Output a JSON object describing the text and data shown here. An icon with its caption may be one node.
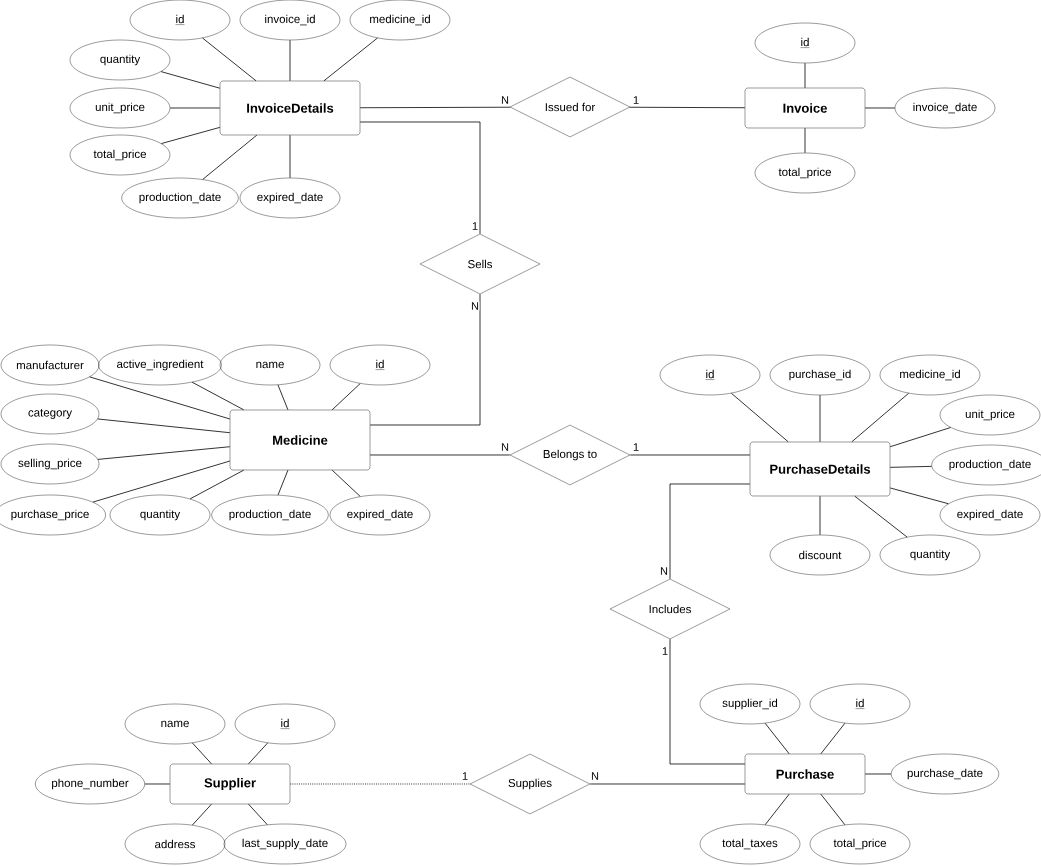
{
  "diagram": {
    "nodes": [
      {
        "text": [
          "InvoiceDetails"
        ]
      },
      {
        "text": [
          "id"
        ]
      },
      {
        "text": [
          "invoice_id"
        ]
      },
      {
        "text": [
          "medicine_id"
        ]
      },
      {
        "text": [
          "quantity"
        ]
      },
      {
        "text": [
          "unit_price"
        ]
      },
      {
        "text": [
          "total_price"
        ]
      },
      {
        "text": [
          "production_date"
        ]
      },
      {
        "text": [
          "expired_date"
        ]
      },
      {
        "text": [
          "Issued for"
        ]
      },
      {
        "text": [
          "Invoice"
        ]
      },
      {
        "text": [
          "id"
        ]
      },
      {
        "text": [
          "invoice_date"
        ]
      },
      {
        "text": [
          "total_price"
        ]
      },
      {
        "text": [
          "Sells"
        ]
      },
      {
        "text": [
          "Medicine"
        ]
      },
      {
        "text": [
          "manufacturer"
        ]
      },
      {
        "text": [
          "active_ingredient"
        ]
      },
      {
        "text": [
          "name"
        ]
      },
      {
        "text": [
          "id"
        ]
      },
      {
        "text": [
          "category"
        ]
      },
      {
        "text": [
          "selling_price"
        ]
      },
      {
        "text": [
          "purchase_price"
        ]
      },
      {
        "text": [
          "quantity"
        ]
      },
      {
        "text": [
          "production_date"
        ]
      },
      {
        "text": [
          "expired_date"
        ]
      },
      {
        "text": [
          "Belongs to"
        ]
      },
      {
        "text": [
          "PurchaseDetails"
        ]
      },
      {
        "text": [
          "id"
        ]
      },
      {
        "text": [
          "purchase_id"
        ]
      },
      {
        "text": [
          "medicine_id"
        ]
      },
      {
        "text": [
          "unit_price"
        ]
      },
      {
        "text": [
          "production_date"
        ]
      },
      {
        "text": [
          "expired_date"
        ]
      },
      {
        "text": [
          "discount"
        ]
      },
      {
        "text": [
          "quantity"
        ]
      },
      {
        "text": [
          "Includes"
        ]
      },
      {
        "text": [
          "Purchase"
        ]
      },
      {
        "text": [
          "supplier_id"
        ]
      },
      {
        "text": [
          "id"
        ]
      },
      {
        "text": [
          "purchase_date"
        ]
      },
      {
        "text": [
          "total_taxes"
        ]
      },
      {
        "text": [
          "total_price"
        ]
      },
      {
        "text": [
          "Supplier"
        ]
      },
      {
        "text": [
          "name"
        ]
      },
      {
        "text": [
          "id"
        ]
      },
      {
        "text": [
          "phone_number"
        ]
      },
      {
        "text": [
          "address"
        ]
      },
      {
        "text": [
          "last_supply_date"
        ]
      },
      {
        "text": [
          "Supplies"
        ]
      }
    ],
    "edges": [
      {
        "from": 0,
        "to": 1,
        "arrow": "none"
      },
      {
        "from": 0,
        "to": 2,
        "arrow": "none"
      },
      {
        "from": 0,
        "to": 3,
        "arrow": "none"
      },
      {
        "from": 0,
        "to": 4,
        "arrow": "none"
      },
      {
        "from": 0,
        "to": 5,
        "arrow": "none"
      },
      {
        "from": 0,
        "to": 6,
        "arrow": "none"
      },
      {
        "from": 0,
        "to": 7,
        "arrow": "none"
      },
      {
        "from": 0,
        "to": 8,
        "arrow": "none"
      },
      {
        "from": 10,
        "to": 11,
        "arrow": "none"
      },
      {
        "from": 10,
        "to": 12,
        "arrow": "none"
      },
      {
        "from": 10,
        "to": 13,
        "arrow": "none"
      },
      {
        "from": 15,
        "to": 16,
        "arrow": "none"
      },
      {
        "from": 15,
        "to": 17,
        "arrow": "none"
      },
      {
        "from": 15,
        "to": 18,
        "arrow": "none"
      },
      {
        "from": 15,
        "to": 19,
        "arrow": "none"
      },
      {
        "from": 15,
        "to": 20,
        "arrow": "none"
      },
      {
        "from": 15,
        "to": 21,
        "arrow": "none"
      },
      {
        "from": 15,
        "to": 22,
        "arrow": "none"
      },
      {
        "from": 15,
        "to": 23,
        "arrow": "none"
      },
      {
        "from": 15,
        "to": 24,
        "arrow": "none"
      },
      {
        "from": 15,
        "to": 25,
        "arrow": "none"
      },
      {
        "from": 27,
        "to": 28,
        "arrow": "none"
      },
      {
        "from": 27,
        "to": 29,
        "arrow": "none"
      },
      {
        "from": 27,
        "to": 30,
        "arrow": "none"
      },
      {
        "from": 27,
        "to": 31,
        "arrow": "none"
      },
      {
        "from": 27,
        "to": 32,
        "arrow": "none"
      },
      {
        "from": 27,
        "to": 33,
        "arrow": "none"
      },
      {
        "from": 27,
        "to": 34,
        "arrow": "none"
      },
      {
        "from": 27,
        "to": 35,
        "arrow": "none"
      },
      {
        "from": 37,
        "to": 38,
        "arrow": "none"
      },
      {
        "from": 37,
        "to": 39,
        "arrow": "none"
      },
      {
        "from": 37,
        "to": 40,
        "arrow": "none"
      },
      {
        "from": 37,
        "to": 41,
        "arrow": "none"
      },
      {
        "from": 37,
        "to": 42,
        "arrow": "none"
      },
      {
        "from": 43,
        "to": 44,
        "arrow": "none"
      },
      {
        "from": 43,
        "to": 45,
        "arrow": "none"
      },
      {
        "from": 43,
        "to": 46,
        "arrow": "none"
      },
      {
        "from": 43,
        "to": 47,
        "arrow": "none"
      },
      {
        "from": 43,
        "to": 48,
        "arrow": "none"
      },
      {
        "from": 0,
        "to": 9,
        "arrow": "none",
        "label": "N"
      },
      {
        "from": 9,
        "to": 10,
        "arrow": "none",
        "label": "1"
      },
      {
        "from": 0,
        "to": 14,
        "arrow": "none",
        "label": "1"
      },
      {
        "from": 15,
        "to": 14,
        "arrow": "none",
        "label": "N"
      },
      {
        "from": 15,
        "to": 26,
        "arrow": "none",
        "label": "N"
      },
      {
        "from": 26,
        "to": 27,
        "arrow": "none",
        "label": "1"
      },
      {
        "from": 27,
        "to": 36,
        "arrow": "none",
        "label": "N"
      },
      {
        "from": 36,
        "to": 37,
        "arrow": "none",
        "label": "1"
      },
      {
        "from": 43,
        "to": 49,
        "arrow": "none",
        "label": "1",
        "style": "dashed"
      },
      {
        "from": 49,
        "to": 37,
        "arrow": "none",
        "label": "N"
      }
    ]
  }
}
